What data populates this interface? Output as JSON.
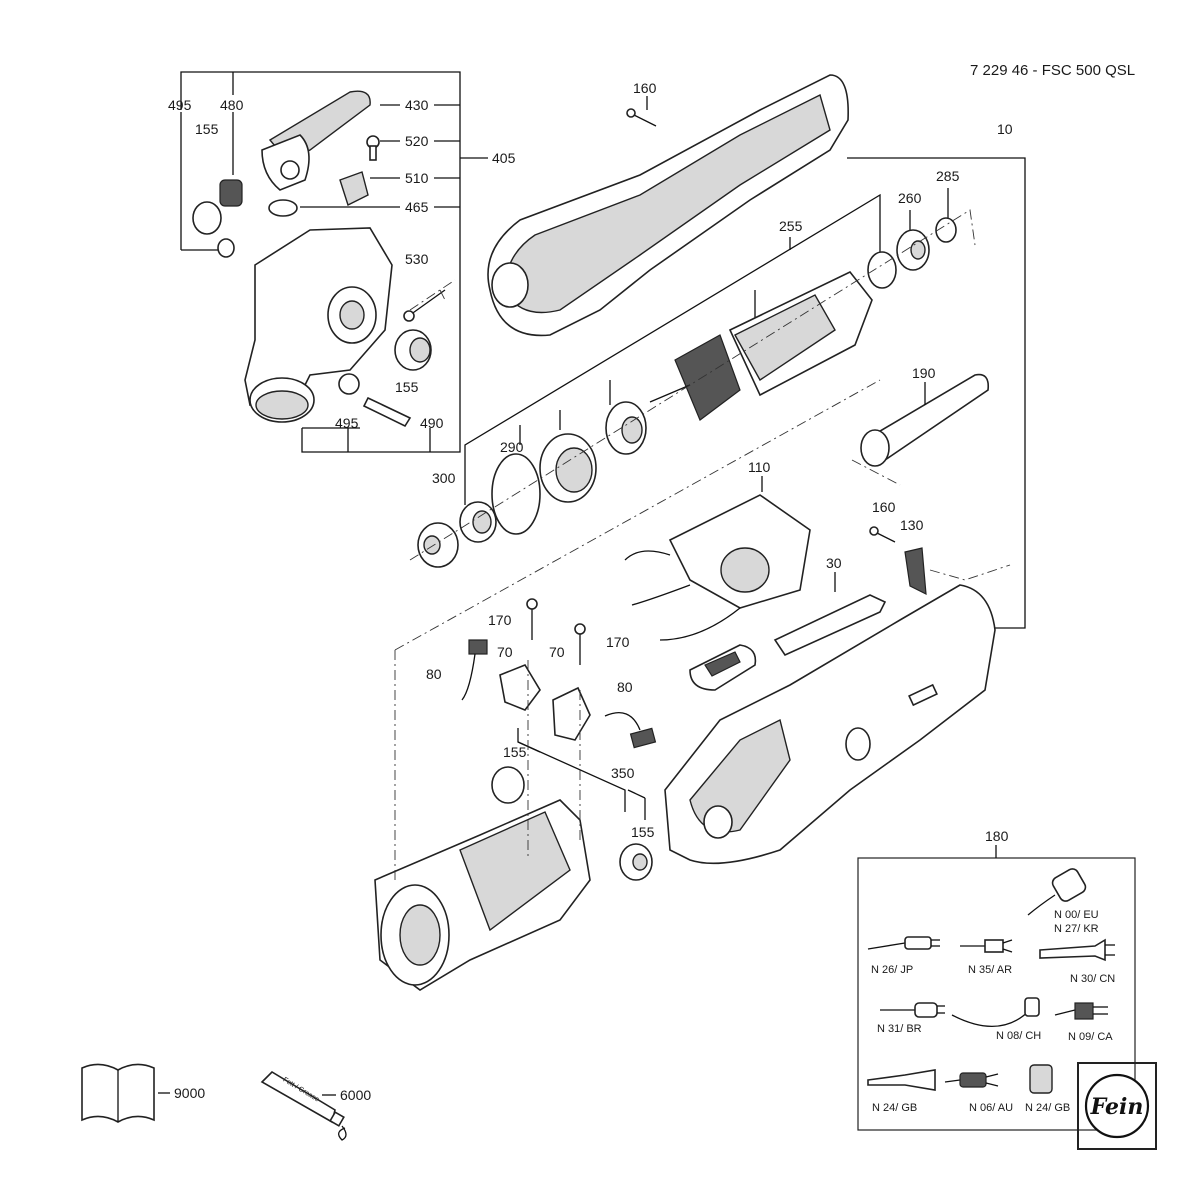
{
  "title": "7 229 46 - FSC 500 QSL",
  "labels": {
    "l495a": "495",
    "l480": "480",
    "l430": "430",
    "l155a": "155",
    "l520": "520",
    "l510": "510",
    "l405": "405",
    "l465": "465",
    "l530": "530",
    "l155b": "155",
    "l495b": "495",
    "l490": "490",
    "l160a": "160",
    "l10": "10",
    "l285": "285",
    "l260": "260",
    "l255": "255",
    "l190": "190",
    "l290": "290",
    "l300": "300",
    "l110": "110",
    "l160b": "160",
    "l130": "130",
    "l30": "30",
    "l170a": "170",
    "l170b": "170",
    "l70a": "70",
    "l70b": "70",
    "l80a": "80",
    "l80b": "80",
    "l155c": "155",
    "l350": "350",
    "l155d": "155",
    "l180": "180",
    "l9000": "9000",
    "l6000": "6000"
  },
  "plugs": {
    "eu": "N 00/ EU",
    "kr": "N 27/ KR",
    "jp": "N 26/ JP",
    "ar": "N 35/ AR",
    "cn": "N 30/ CN",
    "br": "N 31/ BR",
    "ch": "N 08/ CH",
    "ca": "N 09/ CA",
    "gb1": "N 24/ GB",
    "au": "N 06/ AU",
    "gb2": "N 24/ GB"
  },
  "tube_text": "Fett / Grease",
  "logo": "Fein"
}
